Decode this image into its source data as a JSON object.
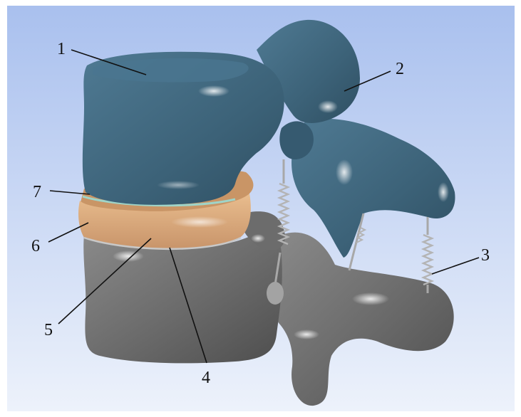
{
  "figure": {
    "labels": [
      {
        "id": "1",
        "text": "1"
      },
      {
        "id": "2",
        "text": "2"
      },
      {
        "id": "3",
        "text": "3"
      },
      {
        "id": "4",
        "text": "4"
      },
      {
        "id": "5",
        "text": "5"
      },
      {
        "id": "6",
        "text": "6"
      },
      {
        "id": "7",
        "text": "7"
      }
    ],
    "colors": {
      "background_top": "#aec4ee",
      "background_bottom": "#eaf0fb",
      "upper_vertebra": "#3f6780",
      "lower_vertebra": "#6b6b6b",
      "disc_annulus": "#d8a878",
      "endplate": "#9fd4c8",
      "ligament": "#a8a8a8"
    }
  }
}
